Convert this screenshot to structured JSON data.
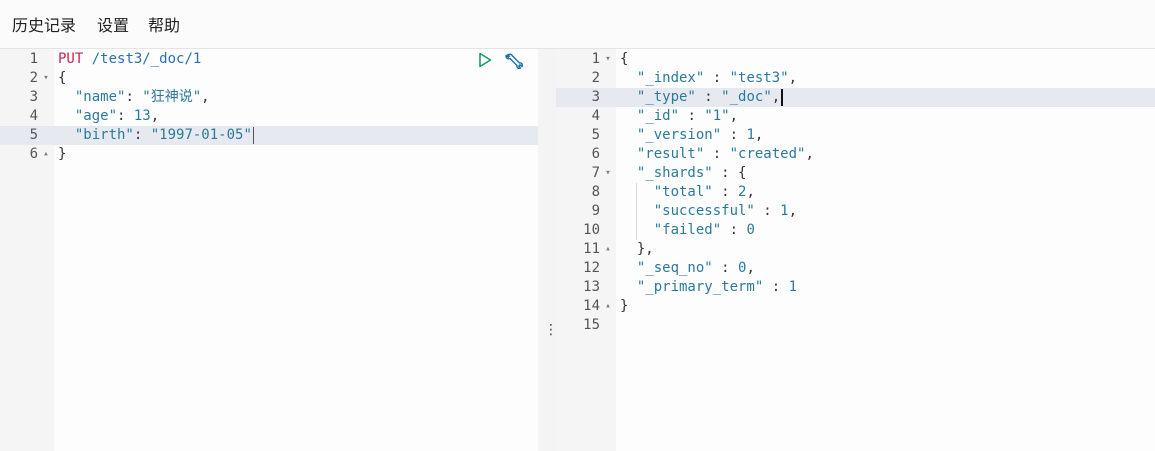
{
  "menu": {
    "history": "历史记录",
    "settings": "设置",
    "help": "帮助"
  },
  "request": {
    "lines": [
      {
        "num": "1",
        "method": "PUT",
        "path": "/test3/_doc/1"
      },
      {
        "num": "2",
        "text": "{"
      },
      {
        "num": "3",
        "key": "\"name\"",
        "value": "\"狂神说\"",
        "tail": ","
      },
      {
        "num": "4",
        "key": "\"age\"",
        "value": "13",
        "tail": ","
      },
      {
        "num": "5",
        "key": "\"birth\"",
        "value": "\"1997-01-05\"",
        "tail": ""
      },
      {
        "num": "6",
        "text": "}"
      }
    ]
  },
  "response": {
    "lines": [
      {
        "num": "1",
        "text": "{"
      },
      {
        "num": "2",
        "key": "\"_index\"",
        "value": "\"test3\"",
        "tail": ","
      },
      {
        "num": "3",
        "key": "\"_type\"",
        "value": "\"_doc\"",
        "tail": ","
      },
      {
        "num": "4",
        "key": "\"_id\"",
        "value": "\"1\"",
        "tail": ","
      },
      {
        "num": "5",
        "key": "\"_version\"",
        "value": "1",
        "tail": ","
      },
      {
        "num": "6",
        "key": "\"result\"",
        "value": "\"created\"",
        "tail": ","
      },
      {
        "num": "7",
        "key": "\"_shards\"",
        "value": "{",
        "tail": ""
      },
      {
        "num": "8",
        "key": "\"total\"",
        "value": "2",
        "tail": ","
      },
      {
        "num": "9",
        "key": "\"successful\"",
        "value": "1",
        "tail": ","
      },
      {
        "num": "10",
        "key": "\"failed\"",
        "value": "0",
        "tail": ""
      },
      {
        "num": "11",
        "text": "},"
      },
      {
        "num": "12",
        "key": "\"_seq_no\"",
        "value": "0",
        "tail": ","
      },
      {
        "num": "13",
        "key": "\"_primary_term\"",
        "value": "1",
        "tail": ""
      },
      {
        "num": "14",
        "text": "}"
      },
      {
        "num": "15",
        "text": ""
      }
    ]
  },
  "divider": {
    "handle": "⋮"
  },
  "icons": {
    "run": "play-triangle",
    "settings": "wrench"
  }
}
